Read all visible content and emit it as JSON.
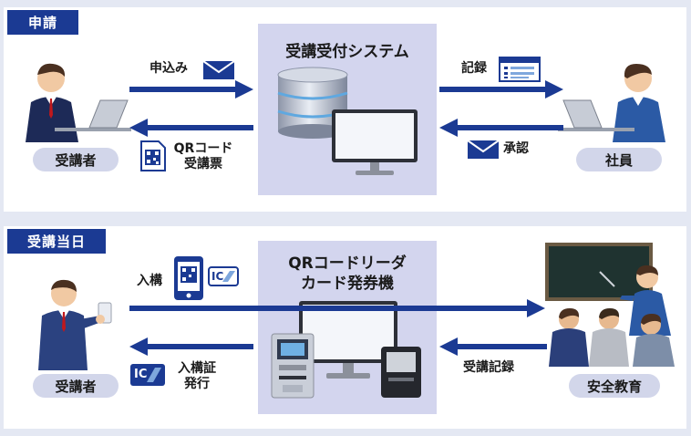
{
  "colors": {
    "accent": "#1b3a93",
    "panel_bg": "#ffffff",
    "page_bg": "#e4e8f3",
    "center_box": "#d3d5ee",
    "pill": "#d2d6ea"
  },
  "application": {
    "section_label": "申請",
    "center_title": "受講受付システム",
    "left_person_label": "受講者",
    "right_person_label": "社員",
    "arrow_top_left_label": "申込み",
    "arrow_top_right_label": "記録",
    "arrow_bottom_left_label_1": "QRコード",
    "arrow_bottom_left_label_2": "受講票",
    "arrow_bottom_right_label": "承認"
  },
  "course_day": {
    "section_label": "受講当日",
    "center_title_1": "QRコードリーダ",
    "center_title_2": "カード発券機",
    "left_person_label": "受講者",
    "right_group_label": "安全教育",
    "arrow_top_left_label": "入構",
    "arrow_bottom_left_label_1": "入構証",
    "arrow_bottom_left_label_2": "発行",
    "arrow_bottom_right_label": "受講記録",
    "ic_badge": "IC"
  },
  "icons": [
    "envelope-icon",
    "form-icon",
    "qr-document-icon",
    "database-icon",
    "monitor-icon",
    "laptop-icon",
    "smartphone-qr-icon",
    "ic-card-icon",
    "kiosk-icon",
    "card-reader-icon",
    "blackboard-icon"
  ]
}
